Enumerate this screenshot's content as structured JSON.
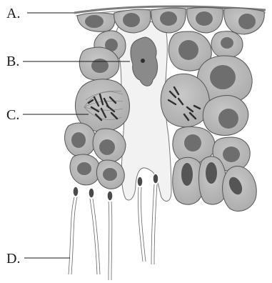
{
  "labels": {
    "a": "A.",
    "b": "B.",
    "c": "C.",
    "d": "D."
  },
  "colors": {
    "cell_fill": "#b9b9b9",
    "cell_stroke": "#555555",
    "nucleus": "#6e6e6e",
    "sertoli": "#f2f2f2",
    "membrane": "#7d7d7d",
    "chromosome": "#2e2e2e",
    "leader_line": "#1a1a1a"
  },
  "structures": {
    "a": "basement-membrane",
    "b": "sertoli-cell-nucleus",
    "c": "dividing-cell",
    "d": "spermatozoon-tail"
  }
}
